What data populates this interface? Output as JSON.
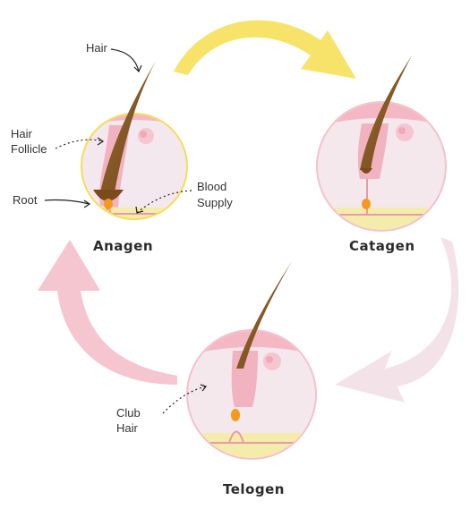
{
  "stages": {
    "anagen": "Anagen",
    "catagen": "Catagen",
    "telogen": "Telogen"
  },
  "annotations": {
    "hair": "Hair",
    "hair_follicle_line1": "Hair",
    "hair_follicle_line2": "Follicle",
    "root": "Root",
    "blood_supply_line1": "Blood",
    "blood_supply_line2": "Supply",
    "club_hair_line1": "Club",
    "club_hair_line2": "Hair"
  },
  "colors": {
    "yellow_arrow": "#f7e36a",
    "pink_arrow": "#f5c6cf",
    "light_pink_arrow": "#f3e3e8",
    "anagen_border": "#f5dd57",
    "circle_border_pink": "#f3c2cc",
    "circle_fill": "#f5e8ee",
    "hair_brown": "#8a5a25",
    "fat_yellow": "#f4ecaa",
    "bulb_orange": "#f39a1d"
  }
}
